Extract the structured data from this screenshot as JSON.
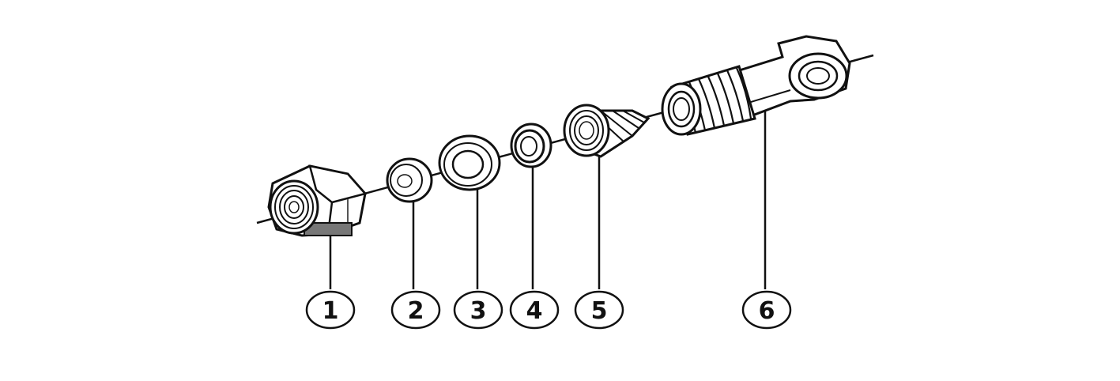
{
  "diagram": {
    "callouts": [
      {
        "id": "1",
        "label": "1"
      },
      {
        "id": "2",
        "label": "2"
      },
      {
        "id": "3",
        "label": "3"
      },
      {
        "id": "4",
        "label": "4"
      },
      {
        "id": "5",
        "label": "5"
      },
      {
        "id": "6",
        "label": "6"
      }
    ],
    "colors": {
      "ink": "#111111",
      "paper": "#ffffff",
      "shade": "#888888"
    }
  }
}
